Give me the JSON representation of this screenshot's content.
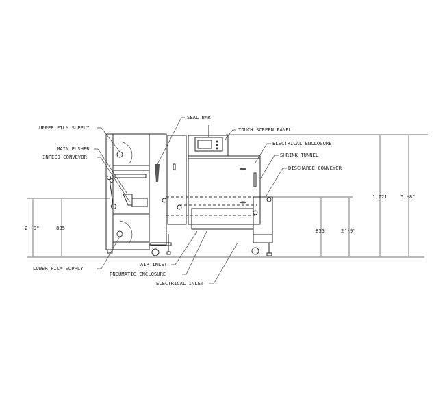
{
  "diagram": {
    "labels": {
      "upper_film_supply": "UPPER FILM SUPPLY",
      "main_pusher": "MAIN PUSHER",
      "infeed_conveyor": "INFEED CONVEYOR",
      "seal_bar": "SEAL BAR",
      "touch_screen_panel": "TOUCH SCREEN PANEL",
      "electrical_enclosure": "ELECTRICAL ENCLOSURE",
      "shrink_tunnel": "SHRINK TUNNEL",
      "discharge_conveyor": "DISCHARGE CONVEYOR",
      "lower_film_supply": "LOWER FILM SUPPLY",
      "air_inlet": "AIR INLET",
      "pneumatic_enclosure": "PNEUMATIC ENCLOSURE",
      "electrical_inlet": "ELECTRICAL INLET"
    },
    "dimensions": {
      "left_imperial": "2'-9\"",
      "left_metric": "835",
      "right_conveyor_metric": "835",
      "right_conveyor_imperial": "2'-9\"",
      "total_height_metric": "1,721",
      "total_height_imperial": "5'-8\""
    }
  }
}
